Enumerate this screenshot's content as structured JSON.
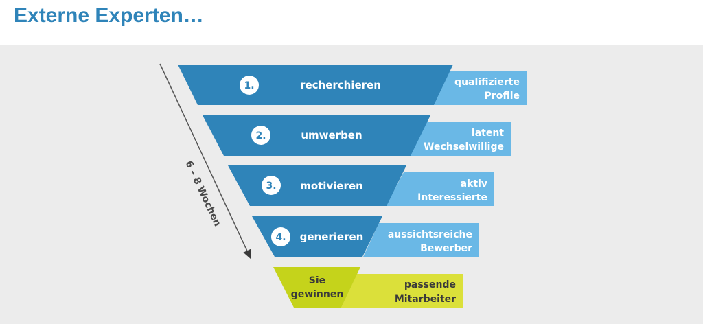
{
  "title": "Externe Experten…",
  "duration_label": "6 – 8 Wochen",
  "colors": {
    "title": "#2f84b9",
    "step_dark": "#2f84b9",
    "step_light": "#6ab8e6",
    "final_dark": "#c5d31b",
    "final_light": "#dbe03a",
    "panel_bg": "#ececec"
  },
  "steps": [
    {
      "number": "1.",
      "action": "recherchieren",
      "result_line1": "qualifizierte",
      "result_line2": "Profile"
    },
    {
      "number": "2.",
      "action": "umwerben",
      "result_line1": "latent",
      "result_line2": "Wechselwillige"
    },
    {
      "number": "3.",
      "action": "motivieren",
      "result_line1": "aktiv",
      "result_line2": "Interessierte"
    },
    {
      "number": "4.",
      "action": "generieren",
      "result_line1": "aussichtsreiche",
      "result_line2": "Bewerber"
    }
  ],
  "final": {
    "action_line1": "Sie",
    "action_line2": "gewinnen",
    "result_line1": "passende",
    "result_line2": "Mitarbeiter"
  }
}
